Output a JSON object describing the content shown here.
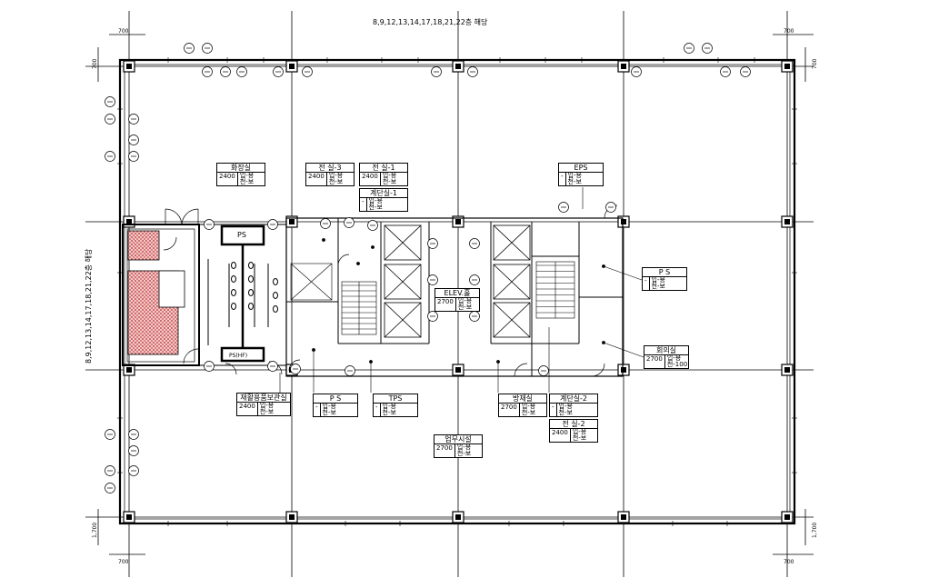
{
  "dims": {
    "top_floors": "8,9,12,13,14,17,18,21,22층 해당",
    "left_floors": "8,9,12,13,14,17,18,21,22층 해당",
    "corner_top_left": "700",
    "corner_top_right": "700",
    "corner_bottom_left": "700",
    "corner_bottom_right": "700",
    "side_left_top": "700",
    "side_right_top": "700",
    "side_left_bottom": "1,700",
    "side_right_bottom": "1,700"
  },
  "rooms": [
    {
      "id": "restroom",
      "name": "화장실",
      "h": "2400",
      "v1": "입-용",
      "v2": "천-보"
    },
    {
      "id": "elec3",
      "name": "전 실-3",
      "h": "2400",
      "v1": "입-용",
      "v2": "천-보"
    },
    {
      "id": "elec1",
      "name": "전 실-1",
      "h": "2400",
      "v1": "입-용",
      "v2": "천-보"
    },
    {
      "id": "stair1",
      "name": "계단실-1",
      "h": "-",
      "v1": "입-용",
      "v2": "천-보"
    },
    {
      "id": "eps",
      "name": "EPS",
      "h": "-",
      "v1": "입-용",
      "v2": "천-보"
    },
    {
      "id": "elev",
      "name": "ELEV.홀",
      "h": "2700",
      "v1": "입-용",
      "v2": "천-보"
    },
    {
      "id": "ps_r",
      "name": "P S",
      "h": "-",
      "v1": "입-용",
      "v2": "천-보"
    },
    {
      "id": "meeting",
      "name": "회의실",
      "h": "2700",
      "v1": "입-용",
      "v2": "천-100"
    },
    {
      "id": "storage",
      "name": "재활용품보관실",
      "h": "2400",
      "v1": "입-용",
      "v2": "천-보"
    },
    {
      "id": "ps_b",
      "name": "P S",
      "h": "-",
      "v1": "입-용",
      "v2": "천-보"
    },
    {
      "id": "tps",
      "name": "TPS",
      "h": "-",
      "v1": "입-용",
      "v2": "천-보"
    },
    {
      "id": "disaster",
      "name": "방재실",
      "h": "2700",
      "v1": "입-용",
      "v2": "천-보"
    },
    {
      "id": "stair2",
      "name": "계단실-2",
      "h": "-",
      "v1": "입-용",
      "v2": "천-보"
    },
    {
      "id": "elec2",
      "name": "전 실-2",
      "h": "2400",
      "v1": "입-용",
      "v2": "천-보"
    },
    {
      "id": "office",
      "name": "업무시설",
      "h": "2700",
      "v1": "입-용",
      "v2": "천-보"
    }
  ],
  "in_plan": {
    "ps_restroom": "PS",
    "restroom_bottom": "PS(HF)"
  }
}
